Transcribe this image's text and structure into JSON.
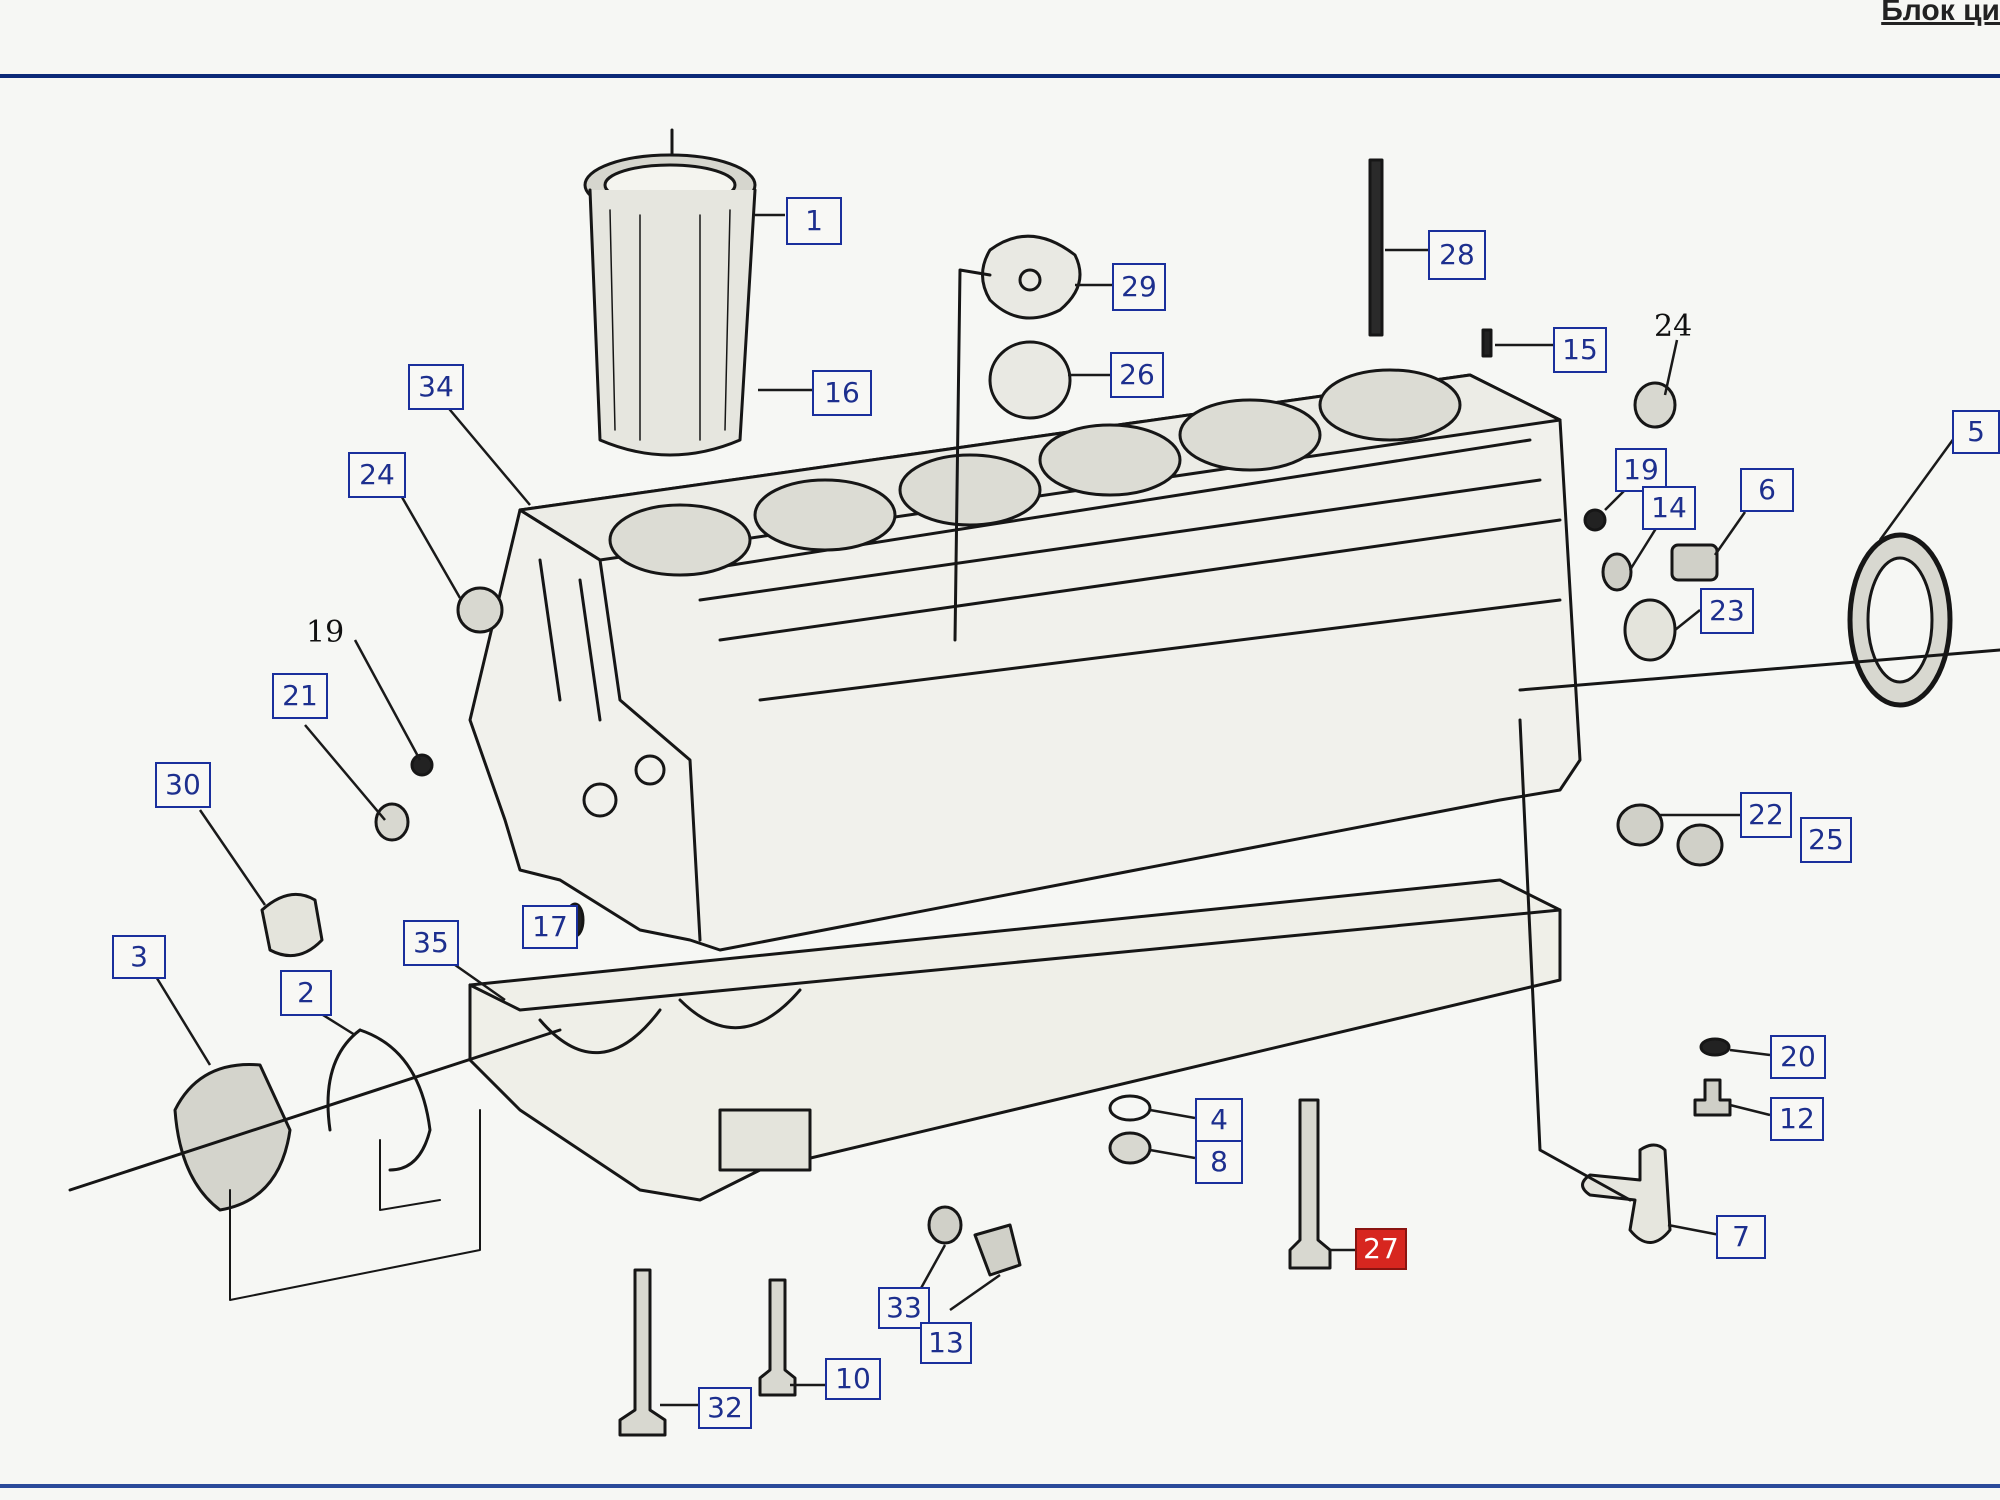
{
  "title": "Блок ци",
  "callouts": {
    "c1": "1",
    "c2": "2",
    "c3": "3",
    "c4": "4",
    "c5": "5",
    "c6": "6",
    "c7": "7",
    "c8": "8",
    "c10": "10",
    "c12": "12",
    "c13": "13",
    "c14": "14",
    "c15": "15",
    "c16": "16",
    "c17": "17",
    "c19": "19",
    "c20": "20",
    "c21": "21",
    "c22": "22",
    "c23": "23",
    "c24": "24",
    "c25": "25",
    "c26": "26",
    "c27": "27",
    "c28": "28",
    "c29": "29",
    "c30": "30",
    "c32": "32",
    "c33": "33",
    "c34": "34",
    "c35": "35"
  },
  "plain_labels": {
    "p19": "19",
    "p24": "24"
  },
  "selected_part": "27",
  "colors": {
    "rule": "#0c2a78",
    "callout_border": "#1a2f9c",
    "selected": "#d7261f"
  }
}
